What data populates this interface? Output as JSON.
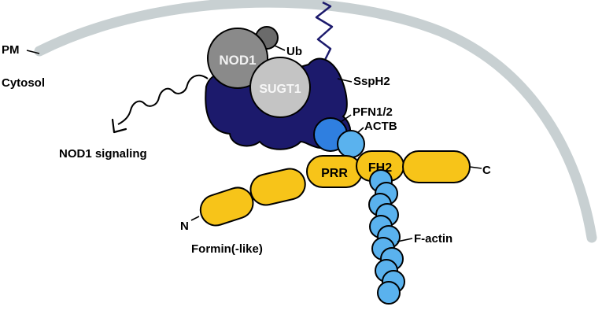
{
  "labels": {
    "pm": "PM",
    "cytosol": "Cytosol",
    "nod1": "NOD1",
    "ub": "Ub",
    "sugt1": "SUGT1",
    "ssph2": "SspH2",
    "pfn": "PFN1/2",
    "actb": "ACTB",
    "nod1_signaling": "NOD1 signaling",
    "prr": "PRR",
    "fh2": "FH2",
    "c_term": "C",
    "n_term": "N",
    "formin": "Formin(-like)",
    "factin": "F-actin"
  },
  "colors": {
    "membrane": "#c8d0d2",
    "ssph2": "#1c1a6c",
    "nod1": "#8a8a8a",
    "ub": "#6b6b6b",
    "sugt1": "#c4c4c4",
    "pfn": "#2f7fe0",
    "actin": "#5ab2ee",
    "formin": "#f7c419",
    "stroke": "#000000"
  }
}
